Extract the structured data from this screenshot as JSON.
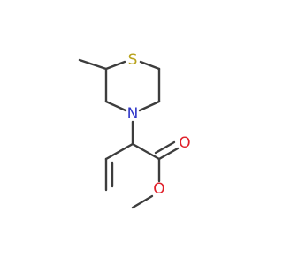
{
  "molecule": {
    "atoms": {
      "sulfur": {
        "label": "S",
        "color": "#b8a21a"
      },
      "nitrogen": {
        "label": "N",
        "color": "#2f36c9"
      },
      "carbonyl_oxygen": {
        "label": "O",
        "color": "#e0202a"
      },
      "ester_oxygen": {
        "label": "O",
        "color": "#e0202a"
      }
    },
    "bond_color": "#3d3d3d",
    "background": "#ffffff"
  }
}
